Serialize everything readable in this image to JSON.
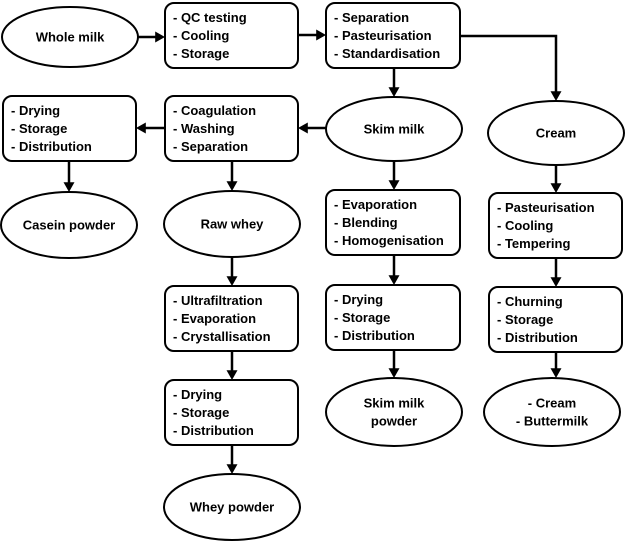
{
  "nodes": [
    {
      "id": "whole-milk",
      "shape": "ellipse",
      "lines": [
        "Whole milk"
      ]
    },
    {
      "id": "qc",
      "shape": "box",
      "lines": [
        "- QC testing",
        "- Cooling",
        "- Storage"
      ]
    },
    {
      "id": "separation",
      "shape": "box",
      "lines": [
        "- Separation",
        "- Pasteurisation",
        "- Standardisation"
      ]
    },
    {
      "id": "skim-milk",
      "shape": "ellipse",
      "lines": [
        "Skim milk"
      ]
    },
    {
      "id": "cream",
      "shape": "ellipse",
      "lines": [
        "Cream"
      ]
    },
    {
      "id": "coagulation",
      "shape": "box",
      "lines": [
        "- Coagulation",
        "- Washing",
        "- Separation"
      ]
    },
    {
      "id": "drying-casein",
      "shape": "box",
      "lines": [
        "- Drying",
        "- Storage",
        "- Distribution"
      ]
    },
    {
      "id": "casein-powder",
      "shape": "ellipse",
      "lines": [
        "Casein powder"
      ]
    },
    {
      "id": "raw-whey",
      "shape": "ellipse",
      "lines": [
        "Raw whey"
      ]
    },
    {
      "id": "ultrafiltration",
      "shape": "box",
      "lines": [
        "- Ultrafiltration",
        "- Evaporation",
        "- Crystallisation"
      ]
    },
    {
      "id": "drying-whey",
      "shape": "box",
      "lines": [
        "- Drying",
        "- Storage",
        "- Distribution"
      ]
    },
    {
      "id": "whey-powder",
      "shape": "ellipse",
      "lines": [
        "Whey powder"
      ]
    },
    {
      "id": "evaporation",
      "shape": "box",
      "lines": [
        "- Evaporation",
        "- Blending",
        "- Homogenisation"
      ]
    },
    {
      "id": "drying-skim",
      "shape": "box",
      "lines": [
        "- Drying",
        "- Storage",
        "- Distribution"
      ]
    },
    {
      "id": "skim-milk-powder",
      "shape": "ellipse",
      "lines": [
        "Skim milk",
        "powder"
      ]
    },
    {
      "id": "pasteurisation-cream",
      "shape": "box",
      "lines": [
        "- Pasteurisation",
        "- Cooling",
        "- Tempering"
      ]
    },
    {
      "id": "churning",
      "shape": "box",
      "lines": [
        "- Churning",
        "- Storage",
        "- Distribution"
      ]
    },
    {
      "id": "cream-buttermilk",
      "shape": "ellipse",
      "lines": [
        "- Cream",
        "- Buttermilk"
      ]
    }
  ],
  "edges": [
    [
      "whole-milk",
      "qc"
    ],
    [
      "qc",
      "separation"
    ],
    [
      "separation",
      "skim-milk"
    ],
    [
      "separation",
      "cream"
    ],
    [
      "skim-milk",
      "coagulation"
    ],
    [
      "coagulation",
      "drying-casein"
    ],
    [
      "drying-casein",
      "casein-powder"
    ],
    [
      "coagulation",
      "raw-whey"
    ],
    [
      "raw-whey",
      "ultrafiltration"
    ],
    [
      "ultrafiltration",
      "drying-whey"
    ],
    [
      "drying-whey",
      "whey-powder"
    ],
    [
      "skim-milk",
      "evaporation"
    ],
    [
      "evaporation",
      "drying-skim"
    ],
    [
      "drying-skim",
      "skim-milk-powder"
    ],
    [
      "cream",
      "pasteurisation-cream"
    ],
    [
      "pasteurisation-cream",
      "churning"
    ],
    [
      "churning",
      "cream-buttermilk"
    ]
  ]
}
